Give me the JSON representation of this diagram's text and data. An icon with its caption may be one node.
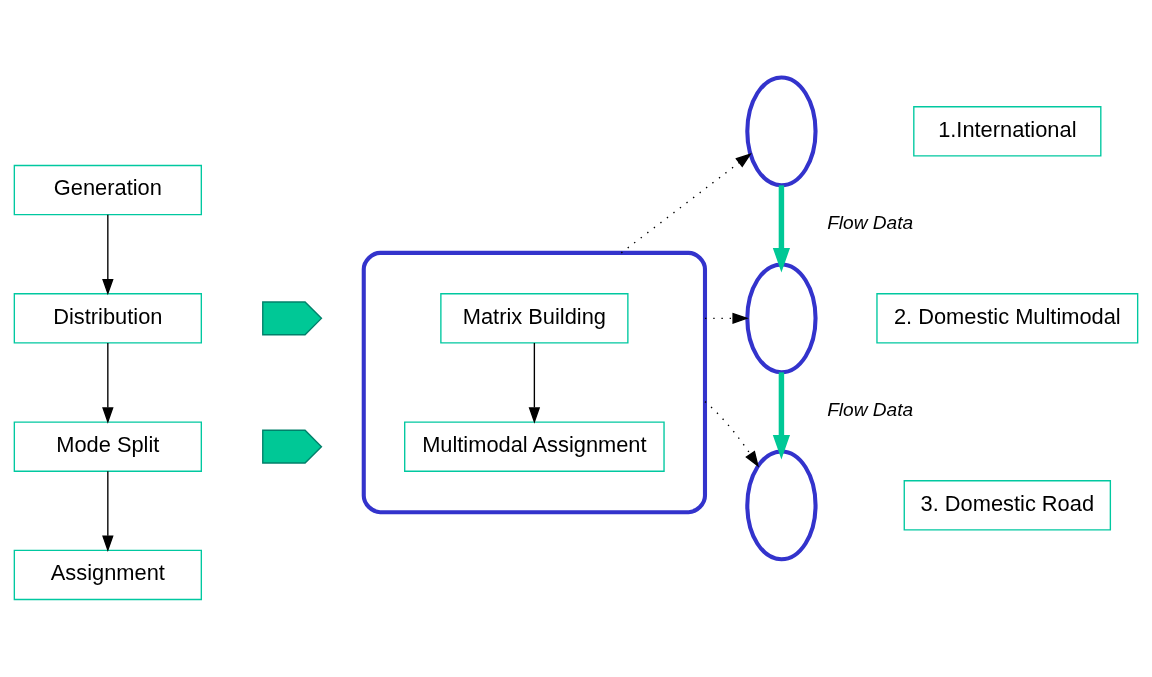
{
  "diagram": {
    "nodes": [
      {
        "text": [
          "Generation"
        ]
      },
      {
        "text": [
          "Distribution"
        ]
      },
      {
        "text": [
          "Mode Split"
        ]
      },
      {
        "text": [
          "Assignment"
        ]
      },
      {
        "text": [],
        "shape": "pentagon"
      },
      {
        "text": [],
        "shape": "pentagon"
      },
      {
        "text": [],
        "shape": "ellipse"
      },
      {
        "text": [
          "Matrix Building"
        ],
        "in": 6
      },
      {
        "text": [
          "Multimodal Assignment"
        ],
        "in": 6
      },
      {
        "text": [],
        "shape": "ellipse"
      },
      {
        "text": [
          "1.International"
        ]
      },
      {
        "text": [],
        "shape": "ellipse"
      },
      {
        "text": [
          "2. Domestic Multimodal"
        ]
      },
      {
        "text": [],
        "shape": "ellipse"
      },
      {
        "text": [
          "3. Domestic Road"
        ]
      }
    ],
    "edges": [
      {
        "from": 0,
        "to": 1,
        "arrow": "to"
      },
      {
        "from": 1,
        "to": 2,
        "arrow": "to"
      },
      {
        "from": 2,
        "to": 3,
        "arrow": "to"
      },
      {
        "from": 7,
        "to": 8,
        "arrow": "to"
      },
      {
        "from": 6,
        "to": 9,
        "arrow": "to",
        "style": "dashed"
      },
      {
        "from": 6,
        "to": 11,
        "arrow": "to",
        "style": "dashed"
      },
      {
        "from": 6,
        "to": 13,
        "arrow": "to",
        "style": "dashed"
      },
      {
        "from": 9,
        "to": 11,
        "arrow": "to",
        "label": "Flow Data",
        "style": "thick",
        "color": "#00c896"
      },
      {
        "from": 11,
        "to": 13,
        "arrow": "to",
        "label": "Flow Data",
        "style": "thick",
        "color": "#00c896"
      }
    ]
  }
}
